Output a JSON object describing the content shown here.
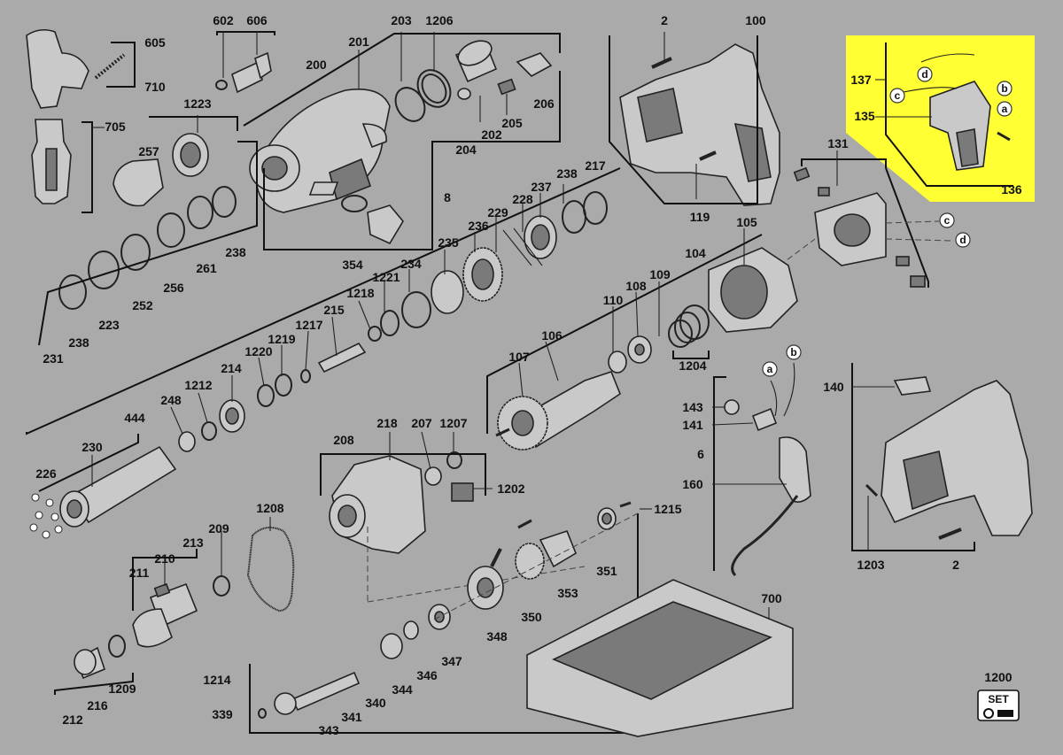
{
  "diagram": {
    "labels": {
      "l602": "602",
      "l606": "606",
      "l605": "605",
      "l710": "710",
      "l705": "705",
      "l203": "203",
      "l1206": "1206",
      "l201": "201",
      "l200": "200",
      "l206": "206",
      "l205": "205",
      "l202": "202",
      "l204": "204",
      "l8": "8",
      "l354": "354",
      "l1223": "1223",
      "l257": "257",
      "l238a": "238",
      "l261": "261",
      "l256": "256",
      "l252": "252",
      "l223": "223",
      "l238b": "238",
      "l231": "231",
      "l2a": "2",
      "l100": "100",
      "l119": "119",
      "l137": "137",
      "l135": "135",
      "l136": "136",
      "l131": "131",
      "l217": "217",
      "l238c": "238",
      "l237": "237",
      "l228": "228",
      "l229": "229",
      "l236": "236",
      "l235": "235",
      "l234": "234",
      "l1221": "1221",
      "l1218": "1218",
      "l215": "215",
      "l1217": "1217",
      "l1219": "1219",
      "l1220": "1220",
      "l214": "214",
      "l1212": "1212",
      "l248": "248",
      "l444": "444",
      "l230": "230",
      "l226": "226",
      "l105": "105",
      "l104": "104",
      "l109": "109",
      "l108": "108",
      "l110": "110",
      "l1204": "1204",
      "l106": "106",
      "l107": "107",
      "l218": "218",
      "l207": "207",
      "l1207": "1207",
      "l208": "208",
      "l1202": "1202",
      "l1208": "1208",
      "l209": "209",
      "l213": "213",
      "l210": "210",
      "l211": "211",
      "l1209": "1209",
      "l216": "216",
      "l212": "212",
      "l1215": "1215",
      "l351": "351",
      "l353": "353",
      "l350": "350",
      "l348": "348",
      "l347": "347",
      "l346": "346",
      "l344": "344",
      "l340": "340",
      "l341": "341",
      "l343": "343",
      "l339": "339",
      "l1214": "1214",
      "l143": "143",
      "l141": "141",
      "l6": "6",
      "l160": "160",
      "l140": "140",
      "l1203": "1203",
      "l2b": "2",
      "l700": "700",
      "l1200": "1200"
    },
    "callouts": {
      "a1": "a",
      "b1": "b",
      "c1": "c",
      "d1": "d",
      "c2": "c",
      "d2": "d",
      "a2": "a",
      "b2": "b"
    },
    "set_badge": "SET",
    "colors": {
      "background": "#aaaaaa",
      "highlight": "#ffff33"
    }
  }
}
